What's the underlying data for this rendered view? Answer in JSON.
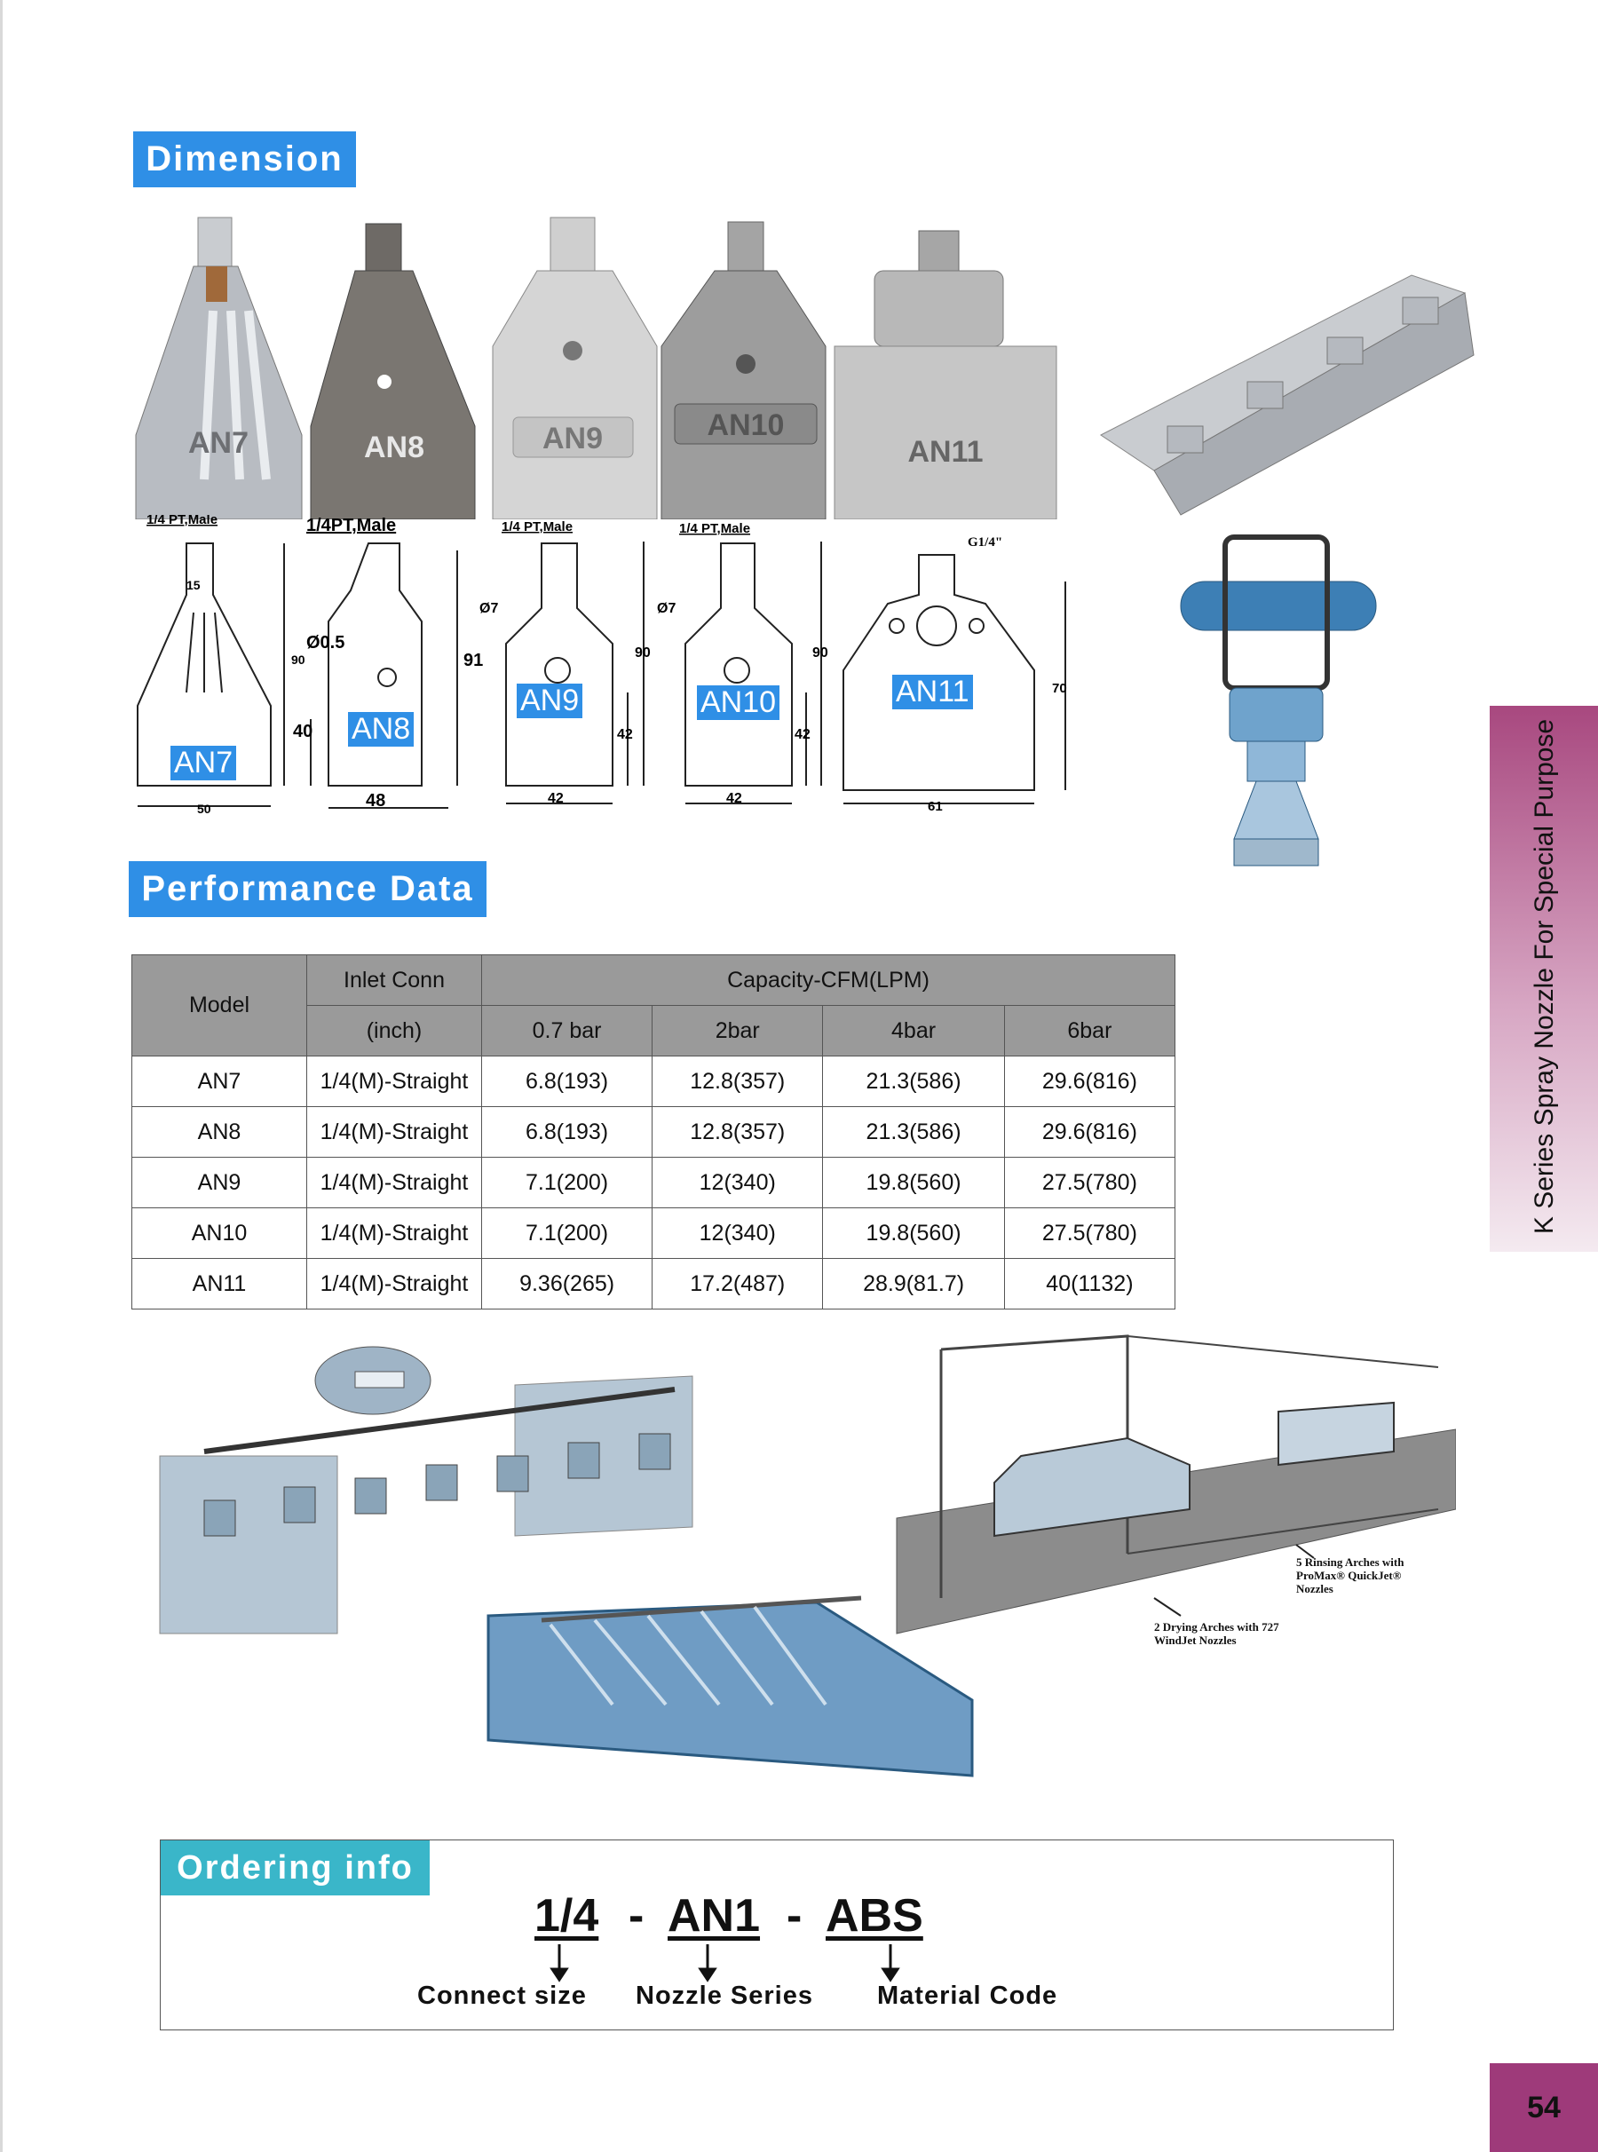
{
  "sections": {
    "dimension_title": "Dimension",
    "performance_title": "Performance Data",
    "ordering_title": "Ordering info"
  },
  "side_tab": "K Series Spray Nozzle For Special Purpose",
  "page_number": "54",
  "photos": {
    "an7": "AN7",
    "an8": "AN8",
    "an9": "AN9",
    "an10": "AN10",
    "an11": "AN11"
  },
  "drawings": {
    "an7": {
      "conn": "1/4 PT,Male",
      "label": "AN7",
      "d_top": "15",
      "d_width": "50",
      "d_height": "90"
    },
    "an8": {
      "conn": "1/4PT,Male",
      "label": "AN8",
      "d_hole": "Ø0.5",
      "d_width": "48",
      "d_low": "40",
      "d_height": "91"
    },
    "an9": {
      "conn": "1/4 PT,Male",
      "label": "AN9",
      "d_hole": "Ø7",
      "d_width": "42",
      "d_low": "42",
      "d_height": "90"
    },
    "an10": {
      "conn": "1/4 PT,Male",
      "label": "AN10",
      "d_hole": "Ø7",
      "d_width": "42",
      "d_low": "42",
      "d_height": "90"
    },
    "an11": {
      "conn": "G1/4\"",
      "label": "AN11",
      "d_width": "61",
      "d_height": "70"
    }
  },
  "table": {
    "h_model": "Model",
    "h_inlet": "Inlet Conn",
    "h_inlet_unit": "(inch)",
    "h_capacity": "Capacity-CFM(LPM)",
    "h_p1": "0.7 bar",
    "h_p2": "2bar",
    "h_p3": "4bar",
    "h_p4": "6bar",
    "rows": [
      [
        "AN7",
        "1/4(M)-Straight",
        "6.8(193)",
        "12.8(357)",
        "21.3(586)",
        "29.6(816)"
      ],
      [
        "AN8",
        "1/4(M)-Straight",
        "6.8(193)",
        "12.8(357)",
        "21.3(586)",
        "29.6(816)"
      ],
      [
        "AN9",
        "1/4(M)-Straight",
        "7.1(200)",
        "12(340)",
        "19.8(560)",
        "27.5(780)"
      ],
      [
        "AN10",
        "1/4(M)-Straight",
        "7.1(200)",
        "12(340)",
        "19.8(560)",
        "27.5(780)"
      ],
      [
        "AN11",
        "1/4(M)-Straight",
        "9.36(265)",
        "17.2(487)",
        "28.9(81.7)",
        "40(1132)"
      ]
    ]
  },
  "illustrations": {
    "rinsing": "5 Rinsing Arches with ProMax® QuickJet® Nozzles",
    "drying": "2 Drying Arches with 727 WindJet Nozzles"
  },
  "ordering": {
    "code1": "1/4",
    "code2": "AN1",
    "code3": "ABS",
    "dash": "-",
    "cap1": "Connect size",
    "cap2": "Nozzle Series",
    "cap3": "Material Code"
  },
  "colors": {
    "title_blue": "#2f8fe6",
    "ordering_teal": "#3ab6c9",
    "side_purple": "#a8487f"
  }
}
